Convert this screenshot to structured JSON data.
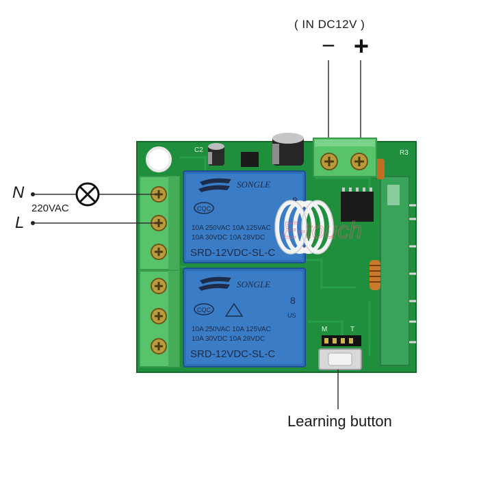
{
  "power": {
    "label": "( IN DC12V )",
    "minus": "−",
    "plus": "+"
  },
  "mains": {
    "neutral": "N",
    "line": "L",
    "voltage": "220VAC"
  },
  "relays": [
    {
      "brand": "SONGLE",
      "cert": "CQC",
      "spec_row1": "10A 250VAC  10A 125VAC",
      "spec_row2": "10A  30VDC  10A  28VDC",
      "model": "SRD-12VDC-SL-C",
      "number": "8"
    },
    {
      "brand": "SONGLE",
      "cert": "CQC",
      "spec_row1": "10A 250VAC  10A 125VAC",
      "spec_row2": "10A  30VDC  10A  28VDC",
      "model": "SRD-12VDC-SL-C",
      "number": "8",
      "us": "US"
    }
  ],
  "board": {
    "jumper_m": "M",
    "jumper_t": "T",
    "watermark": "E-touch"
  },
  "learning_button": {
    "label": "Learning button"
  },
  "colors": {
    "pcb": "#1f8f3e",
    "relay": "#2f6fb9",
    "terminal": "#57c36a"
  }
}
